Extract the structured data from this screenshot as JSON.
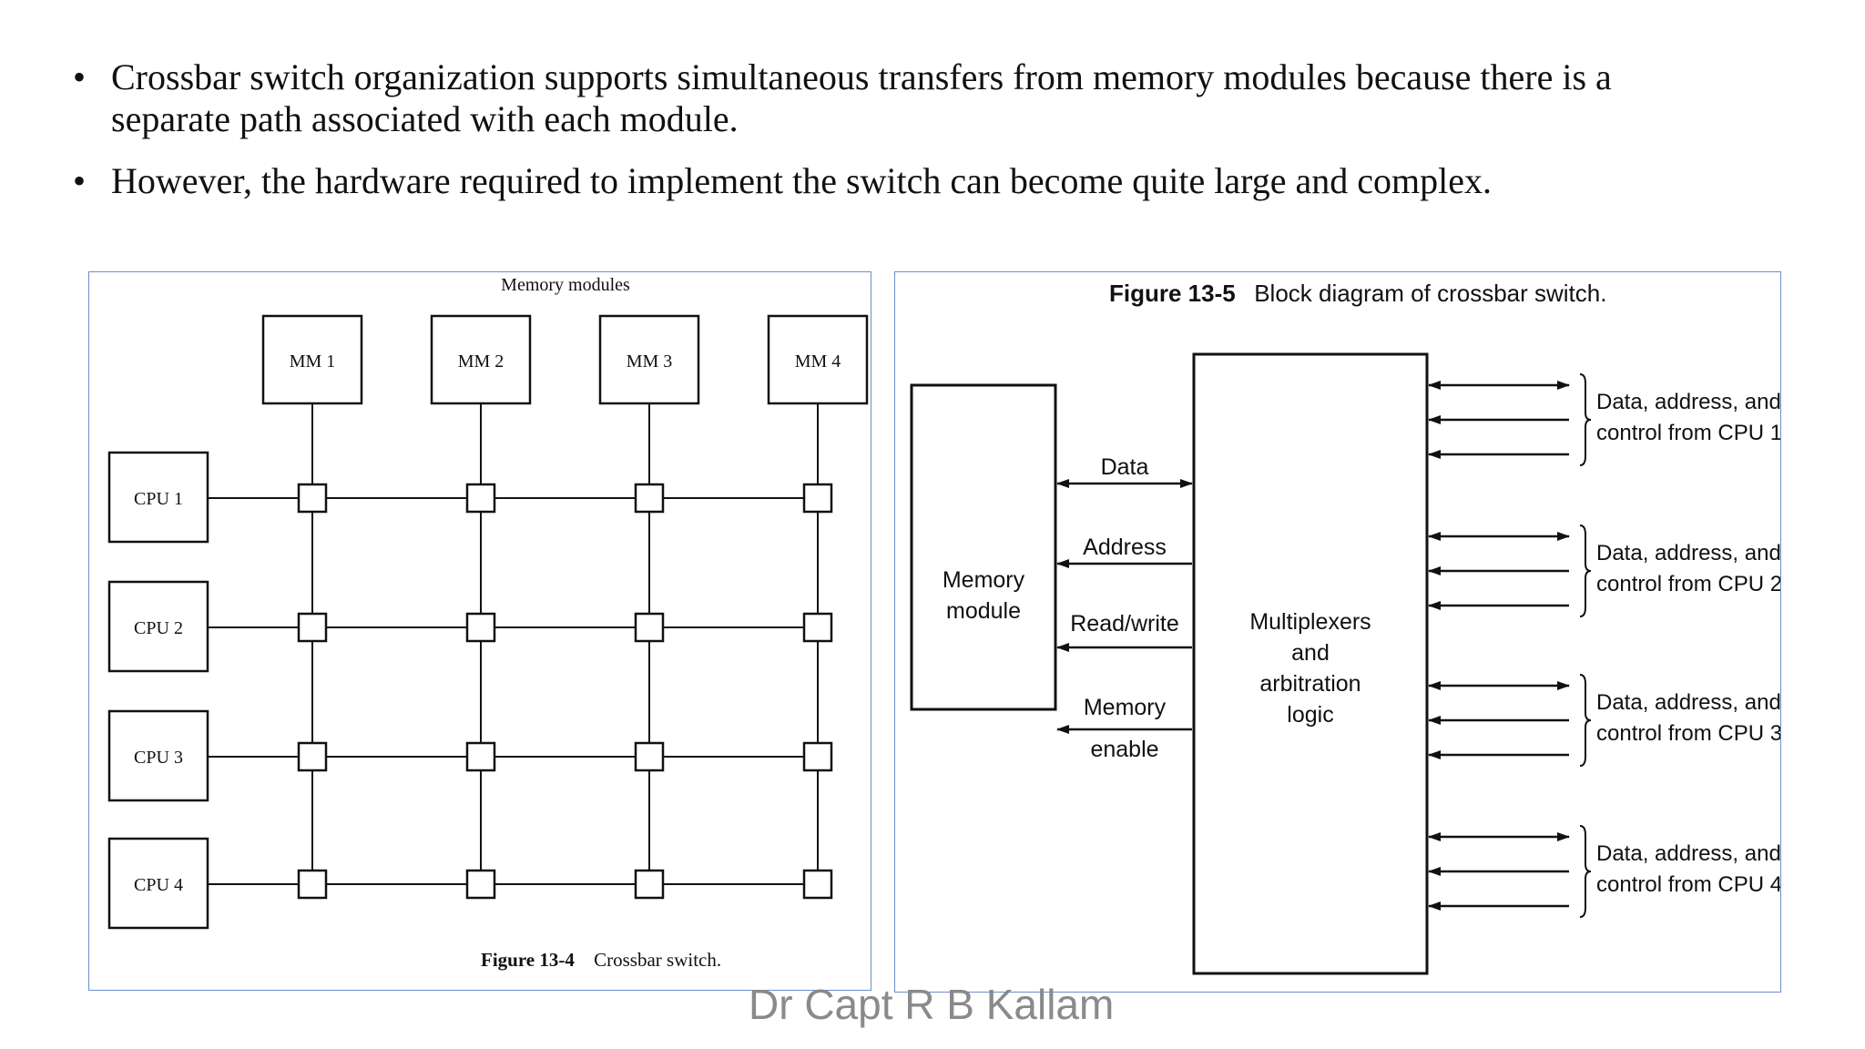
{
  "bullets": [
    "Crossbar switch organization supports simultaneous transfers from memory modules because there is a separate path associated with each module.",
    "However, the hardware required to implement the switch can become quite large and complex."
  ],
  "bullet_glyph": "•",
  "left_figure": {
    "header": "Memory modules",
    "memory_modules": [
      "MM 1",
      "MM 2",
      "MM 3",
      "MM 4"
    ],
    "cpus": [
      "CPU 1",
      "CPU 2",
      "CPU 3",
      "CPU 4"
    ],
    "caption_number": "Figure 13-4",
    "caption_text": "Crossbar switch."
  },
  "right_figure": {
    "caption_number": "Figure 13-5",
    "caption_text": "Block diagram of crossbar switch.",
    "memory_module_line1": "Memory",
    "memory_module_line2": "module",
    "signals": {
      "data": "Data",
      "address": "Address",
      "read_write": "Read/write",
      "memory_enable_line1": "Memory",
      "memory_enable_line2": "enable"
    },
    "mux_lines": [
      "Multiplexers",
      "and",
      "arbitration",
      "logic"
    ],
    "cpu_groups": [
      {
        "line1": "Data, address, and",
        "line2": "control from CPU 1"
      },
      {
        "line1": "Data, address, and",
        "line2": "control from CPU 2"
      },
      {
        "line1": "Data, address, and",
        "line2": "control from CPU 3"
      },
      {
        "line1": "Data, address, and",
        "line2": "control from CPU 4"
      }
    ]
  },
  "footer": {
    "author": "Dr Capt R B Kallam"
  },
  "colors": {
    "panel_border": "#6c8fc9",
    "watermark": "#8a8a8a",
    "ink": "#111111"
  }
}
